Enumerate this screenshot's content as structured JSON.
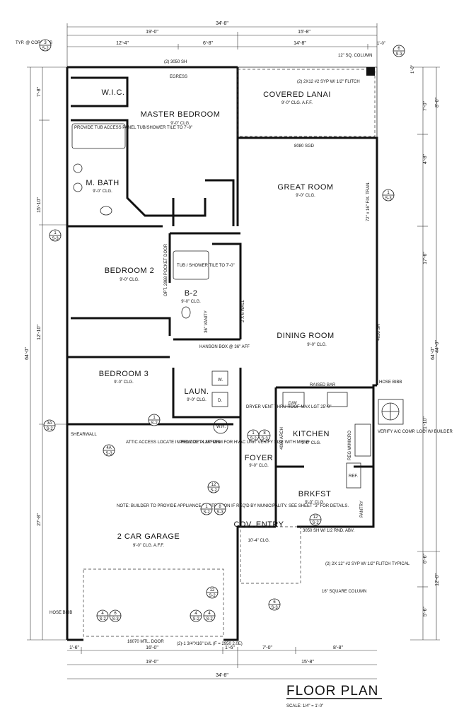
{
  "title": "FLOOR PLAN",
  "scale": "SCALE: 1/4\" = 1'-0\"",
  "overall_top": "34'-8\"",
  "overall_bottom": "34'-8\"",
  "dims_top_row1": [
    "19'-0\"",
    "15'-8\""
  ],
  "dims_top_row2": [
    "12'-4\"",
    "6'-8\"",
    "14'-8\"",
    "1'-0\""
  ],
  "dims_bottom_row1": [
    "1'-6\"",
    "16'-0\"",
    "1'-6\"",
    "7'-0\"",
    "8'-8\""
  ],
  "dims_bottom_row2": [
    "19'-0\"",
    "15'-8\""
  ],
  "dims_left_outer": "64'-0\"",
  "dims_left_inner": [
    "15'-10\"",
    "12'-10\"",
    "27'-8\""
  ],
  "dims_left_top": "7'-8\"",
  "dims_right_outer": "64'-0\"",
  "dims_right_inner": [
    "8'-0\"",
    "44'-0\"",
    "12'-0\""
  ],
  "dims_right_mid": [
    "1'-0\"",
    "7'-0\"",
    "4'-8\"",
    "17'-6\"",
    "21'-10\"",
    "6'-6\"",
    "5'-6\""
  ],
  "rooms": {
    "covered_lanai": {
      "name": "COVERED LANAI",
      "sub": "9'-0\" CLG. A.F.F."
    },
    "master_bedroom": {
      "name": "MASTER BEDROOM",
      "sub": "9'-0\" CLG."
    },
    "wic": {
      "name": "W.I.C."
    },
    "m_bath": {
      "name": "M. BATH",
      "sub": "9'-0\" CLG."
    },
    "great_room": {
      "name": "GREAT ROOM",
      "sub": "9'-0\" CLG."
    },
    "bedroom2": {
      "name": "BEDROOM 2",
      "sub": "9'-0\" CLG."
    },
    "b2": {
      "name": "B-2",
      "sub": "9'-0\" CLG."
    },
    "dining_room": {
      "name": "DINING ROOM",
      "sub": "9'-0\" CLG."
    },
    "bedroom3": {
      "name": "BEDROOM 3",
      "sub": "9'-0\" CLG."
    },
    "laun": {
      "name": "LAUN.",
      "sub": "9'-0\" CLG."
    },
    "kitchen": {
      "name": "KITCHEN",
      "sub": "9'-0\" CLG."
    },
    "foyer": {
      "name": "FOYER",
      "sub": "9'-0\" CLG."
    },
    "brkfst": {
      "name": "BRKFST",
      "sub": "9'-0\" CLG."
    },
    "cov_entry": {
      "name": "COV. ENTRY",
      "sub": "10'-4\" CLG."
    },
    "garage": {
      "name": "2 CAR GARAGE",
      "sub": "9'-0\" CLG. A.F.F."
    }
  },
  "notes": {
    "typ_corners": "TYP. @ CORNERS",
    "sh3050": "(2) 3050 SH",
    "egress": "EGRESS",
    "column12": "12\" SQ. COLUMN",
    "lanai_beam": "(2) 2X12 #2 SYP W/ 1/2\" FLITCH",
    "sgd": "8080 SGD",
    "fix_trans": "72\" x 16\" FIX. TRAN.",
    "tub_shower_m": "PROVIDE TUB ACCESS PANEL TUB/SHOWER TILE TO 7'-0\"",
    "tub_shower_b2": "TUB / SHOWER TILE TO 7'-0\"",
    "pocket_door": "OPT. 2868 POCKET DOOR",
    "vanity": "36\" VANITY",
    "wall_2x6": "2 X 6 WALL",
    "hanson_box": "HANSON BOX @ 36\" AFF",
    "dryer_vent": "DRYER VENT THRU ROOF MAX LGT 25'-0\"",
    "raised_bar": "RAISED BAR",
    "hose_bibb": "HOSE BIBB",
    "verify_ac": "VERIFY A/C COMP. LOC. W/ BUILDER",
    "attic_access": "ATTIC ACCESS LOCATE IN FIELD 22\" X 36\" MIN",
    "hvac": "PROVIDE PLATFORM FOR HVAC UNIT VERIFY SIZE WITH MFGR",
    "builder_note": "NOTE: BUILDER TO PROVIDE APPLIANCE PROTECTION IF REQ'D BY MUNICIPALITY. SEE SHEET \"3\" FOR DETAILS.",
    "shearwall": "SHEARWALL",
    "arch": "4080 ARCH",
    "ref_micro": "REG W/MICRO",
    "pantry": "PANTRY",
    "sh3050_entry": "3050 SH W/ 1/2 RND. ABV.",
    "entry_beam": "(2) 2X 12\" #2 SYP W/ 1/2\" FLITCH TYPICAL",
    "column16": "16\" SQUARE COLUMN",
    "mtl_door": "16070 MTL. DOOR",
    "lvl": "(2)-1 3/4\"X16\" LVL (F = 2950 2.0E)",
    "sh4050": "4050 SH",
    "dw": "D/W",
    "w": "W.",
    "d": "D.",
    "wh": "W.H.",
    "ref": "REF."
  },
  "bubbles": [
    {
      "top": "3",
      "bot": "S-2"
    },
    {
      "top": "6",
      "bot": "S-3"
    },
    {
      "top": "1",
      "bot": "S-3"
    },
    {
      "top": "1",
      "bot": "S-3"
    },
    {
      "top": "1",
      "bot": "S-2"
    },
    {
      "top": "8",
      "bot": "S-3"
    },
    {
      "top": "3A",
      "bot": "S-2"
    },
    {
      "top": "4A",
      "bot": "S-3"
    },
    {
      "top": "1",
      "bot": "S-2"
    },
    {
      "top": "12",
      "bot": "S-2"
    },
    {
      "top": "1",
      "bot": "S-2"
    },
    {
      "top": "8",
      "bot": "S-3"
    },
    {
      "top": "12",
      "bot": "S-2"
    },
    {
      "top": "12",
      "bot": "S-2"
    },
    {
      "top": "6",
      "bot": "S-3"
    },
    {
      "top": "4",
      "bot": "S-2"
    },
    {
      "top": "6",
      "bot": "S-3"
    },
    {
      "top": "4",
      "bot": "S-2"
    },
    {
      "top": "4",
      "bot": "S-2"
    }
  ]
}
